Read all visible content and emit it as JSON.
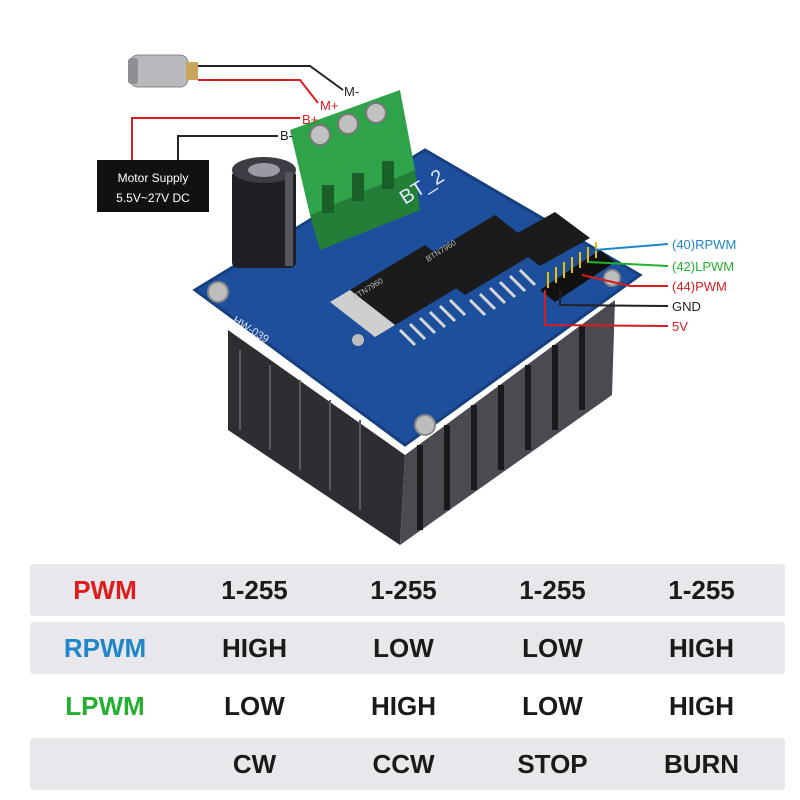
{
  "colors": {
    "pcb": "#1d4f9c",
    "terminal": "#2fa34a",
    "heatsink": "#3a3a3e",
    "pwm": "#e01b1b",
    "rpwm": "#1e86c9",
    "lpwm": "#23b02f",
    "gnd": "#222222"
  },
  "diagram": {
    "motor_labels": {
      "m_minus": "M-",
      "m_plus": "M+"
    },
    "supply_labels": {
      "b_plus": "B+",
      "b_minus": "B-"
    },
    "supply_box": {
      "line1": "Motor Supply",
      "line2": "5.5V~27V DC"
    },
    "pins": {
      "rpwm": "(40)RPWM",
      "lpwm": "(42)LPWM",
      "pwm": "(44)PWM",
      "gnd": "GND",
      "v5": "5V"
    },
    "board": {
      "name": "BT_2",
      "model": "HW-039",
      "chip1": "BTN7960",
      "chip2": "BTN7960"
    }
  },
  "table": {
    "rows": [
      {
        "label": "PWM",
        "label_color": "#e01b1b",
        "values": [
          "1-255",
          "1-255",
          "1-255",
          "1-255"
        ]
      },
      {
        "label": "RPWM",
        "label_color": "#1e86c9",
        "values": [
          "HIGH",
          "LOW",
          "LOW",
          "HIGH"
        ]
      },
      {
        "label": "LPWM",
        "label_color": "#23b02f",
        "values": [
          "LOW",
          "HIGH",
          "LOW",
          "HIGH"
        ]
      },
      {
        "label": "",
        "label_color": "#222222",
        "values": [
          "CW",
          "CCW",
          "STOP",
          "BURN"
        ]
      }
    ]
  }
}
